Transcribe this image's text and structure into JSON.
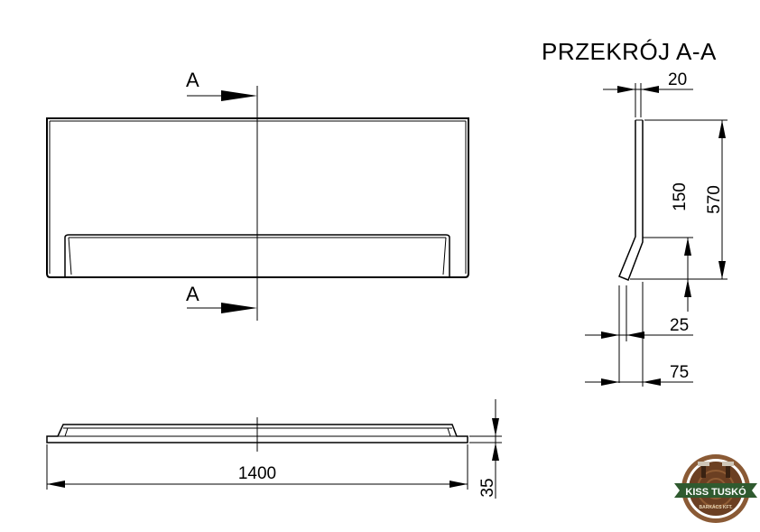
{
  "section_title": "PRZEKRÓJ A-A",
  "section_marker_top": "A",
  "section_marker_bottom": "A",
  "dimensions": {
    "wall_thickness": "20",
    "total_height": "570",
    "step_height": "150",
    "bottom_offset": "25",
    "base_width": "75",
    "overall_length": "1400",
    "depth": "35"
  },
  "logo": {
    "name": "KISS TUSKÓ",
    "tagline": "BARKÁCS KFT.",
    "colors": {
      "wood": "#6b3f22",
      "ribbon": "#2f5a2f",
      "ring": "#8a5a35"
    }
  }
}
